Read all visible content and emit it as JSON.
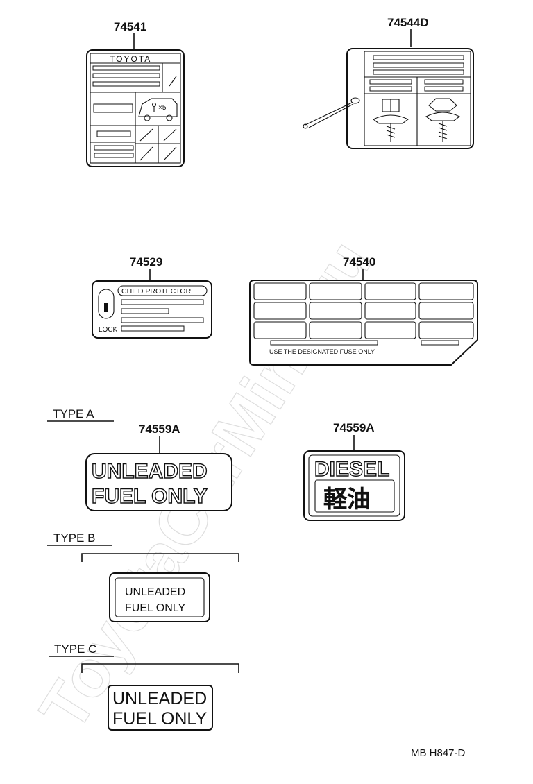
{
  "parts": {
    "p74541": {
      "number": "74541",
      "brand": "TOYOTA",
      "occupants": "×5"
    },
    "p74544d": {
      "number": "74544D"
    },
    "p74529": {
      "number": "74529",
      "title": "CHILD PROTECTOR",
      "lock": "LOCK"
    },
    "p74540": {
      "number": "74540",
      "note": "USE THE DESIGNATED FUSE ONLY"
    },
    "type_a": {
      "heading": "TYPE  A",
      "unleaded_number": "74559A",
      "unleaded_line1": "UNLEADED",
      "unleaded_line2": "FUEL ONLY",
      "diesel_number": "74559A",
      "diesel_line1": "DIESEL",
      "diesel_line2": "軽油"
    },
    "type_b": {
      "heading": "TYPE  B",
      "line1": "UNLEADED",
      "line2": "FUEL ONLY"
    },
    "type_c": {
      "heading": "TYPE  C",
      "line1": "UNLEADED",
      "line2": "FUEL ONLY"
    }
  },
  "footer": {
    "code": "MB  H847-D"
  },
  "watermark": "ToyotaCarMine.ru"
}
